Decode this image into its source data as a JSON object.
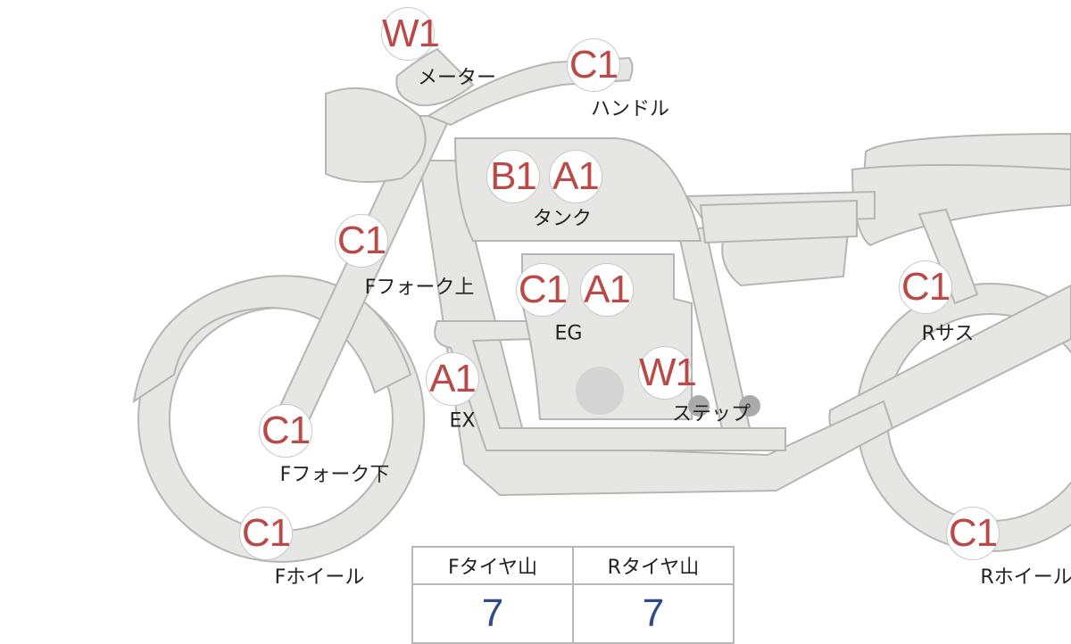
{
  "badges": {
    "meter": "W1",
    "handle": "C1",
    "tank_b": "B1",
    "tank_a": "A1",
    "fork_upper": "C1",
    "eg_c": "C1",
    "eg_a": "A1",
    "ex": "A1",
    "step": "W1",
    "fork_lower": "C1",
    "f_wheel": "C1",
    "r_sus": "C1",
    "r_wheel": "C1"
  },
  "labels": {
    "meter": "メーター",
    "handle": "ハンドル",
    "tank": "タンク",
    "fork_upper": "Fフォーク上",
    "eg": "EG",
    "ex": "EX",
    "step": "ステップ",
    "fork_lower": "Fフォーク下",
    "f_wheel": "Fホイール",
    "r_sus": "Rサス",
    "r_wheel": "Rホイール"
  },
  "tire_table": {
    "headers": [
      "Fタイヤ山",
      "Rタイヤ山"
    ],
    "values": [
      "7",
      "7"
    ]
  },
  "colors": {
    "badge_text": "#b94a48",
    "value_text": "#2d4a8c",
    "bike_fill": "#e6e6e4"
  }
}
